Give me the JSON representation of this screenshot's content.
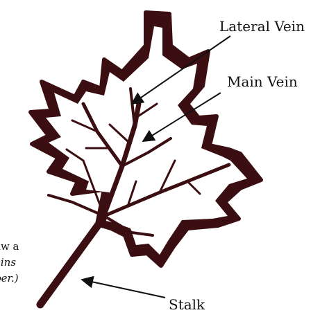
{
  "labels": {
    "lateral_vein": "Lateral Vein",
    "main_vein": "Main Vein",
    "stalk": "Stalk"
  },
  "note_lines": [
    "aw a",
    "eins",
    "per.)"
  ],
  "colors": {
    "leaf_outline": "#3b0e12",
    "leaf_fill": "#ffffff",
    "arrow": "#111111",
    "text": "#111111"
  }
}
